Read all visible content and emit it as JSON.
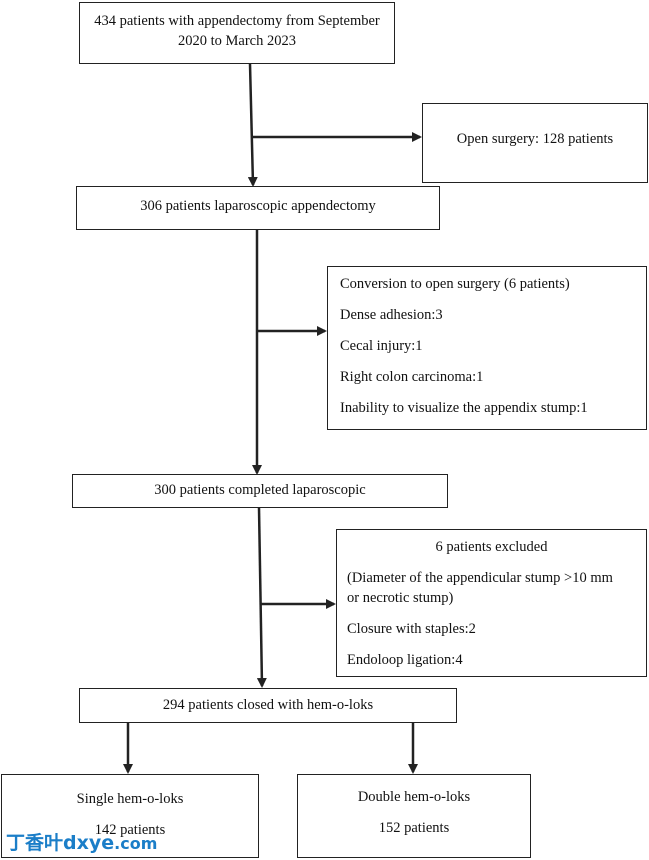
{
  "boxes": {
    "total": [
      "434 patients with appendectomy from September",
      "2020 to March 2023"
    ],
    "open_surgery": "Open surgery: 128 patients",
    "laparoscopic": "306 patients laparoscopic appendectomy",
    "conversion": [
      "Conversion to open surgery (6 patients)",
      "Dense adhesion:3",
      "Cecal injury:1",
      "Right colon carcinoma:1",
      "Inability to visualize the appendix stump:1"
    ],
    "completed": "300 patients completed laparoscopic",
    "excluded_title": "6 patients excluded",
    "excluded_items": [
      "(Diameter of the appendicular stump >10 mm",
      "or necrotic stump)",
      "Closure with staples:2",
      "Endoloop ligation:4"
    ],
    "hemoloks": "294 patients closed with hem-o-loks",
    "single": [
      "Single hem-o-loks",
      "142 patients"
    ],
    "double": [
      "Double hem-o-loks",
      "152 patients"
    ]
  },
  "watermark": {
    "chinese": "丁香叶",
    "latin": "dxye",
    "suffix": ".com"
  }
}
